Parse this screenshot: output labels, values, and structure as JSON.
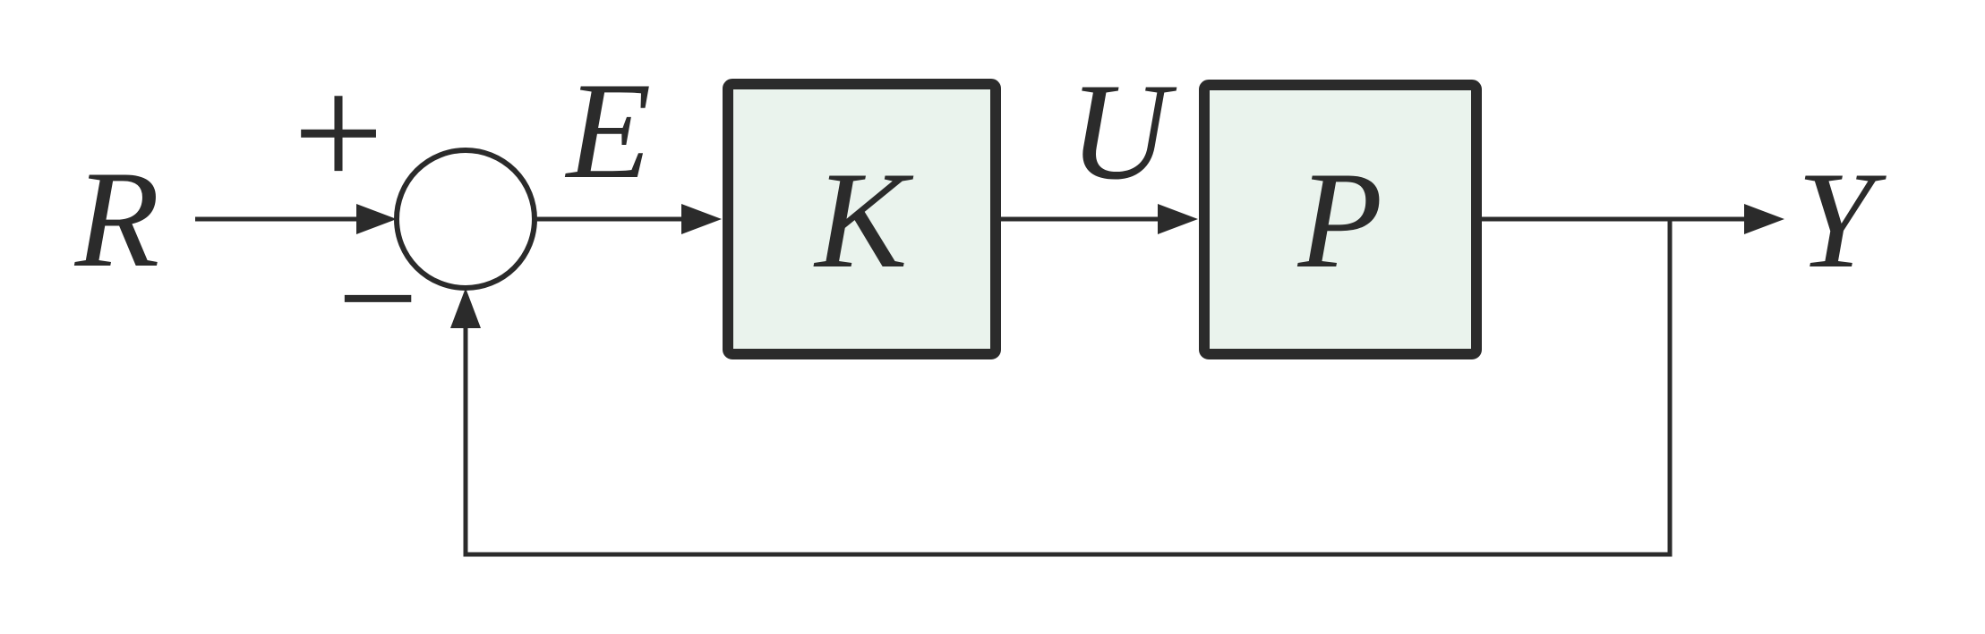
{
  "colors": {
    "line_color": "#2b2b2b",
    "block_fill": "#eaf3ed",
    "background": "#ffffff"
  },
  "diagram": {
    "signals": {
      "reference": "R",
      "error": "E",
      "control": "U",
      "output": "Y"
    },
    "blocks": {
      "controller": "K",
      "plant": "P"
    },
    "sum": {
      "positive": "+",
      "negative": "−"
    }
  }
}
